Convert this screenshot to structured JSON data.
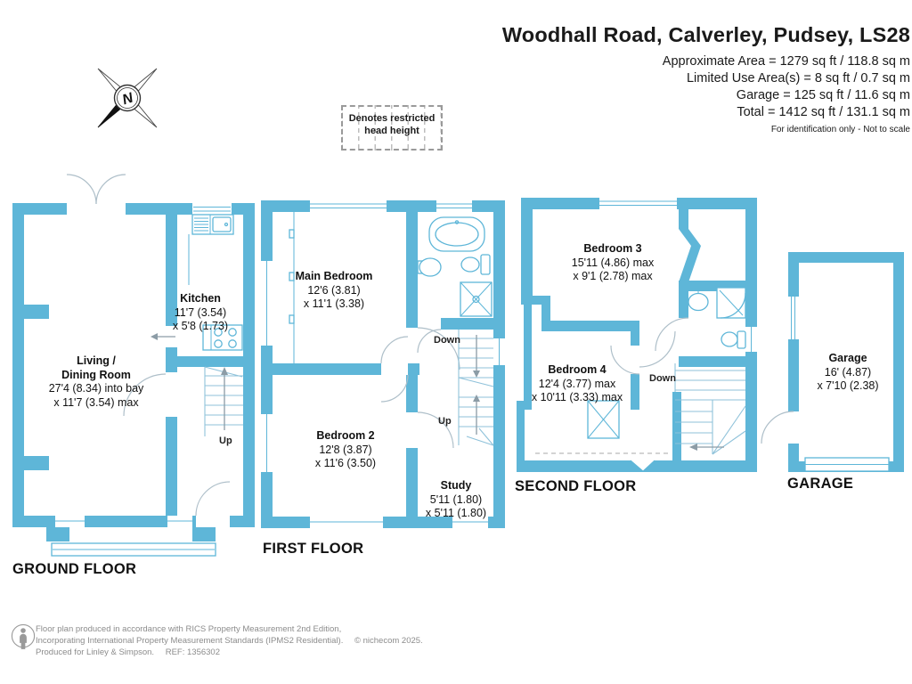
{
  "header": {
    "title": "Woodhall Road, Calverley, Pudsey, LS28",
    "areas": [
      "Approximate Area = 1279 sq ft / 118.8 sq m",
      "Limited Use Area(s) = 8 sq ft / 0.7 sq m",
      "Garage = 125 sq ft / 11.6 sq m",
      "Total = 1412 sq ft / 131.1 sq m"
    ],
    "disclaimer": "For identification only - Not to scale"
  },
  "legend": {
    "restricted_note": "Denotes restricted head height"
  },
  "compass": {
    "north_letter": "N"
  },
  "floors": {
    "ground": {
      "label": "GROUND FLOOR",
      "living": {
        "name1": "Living /",
        "name2": "Dining Room",
        "dim1": "27'4 (8.34) into bay",
        "dim2": "x 11'7 (3.54) max"
      },
      "kitchen": {
        "name": "Kitchen",
        "dim1": "11'7 (3.54)",
        "dim2": "x 5'8 (1.73)"
      },
      "up": "Up"
    },
    "first": {
      "label": "FIRST FLOOR",
      "main_bedroom": {
        "name": "Main Bedroom",
        "dim1": "12'6 (3.81)",
        "dim2": "x 11'1 (3.38)"
      },
      "bedroom2": {
        "name": "Bedroom 2",
        "dim1": "12'8 (3.87)",
        "dim2": "x 11'6 (3.50)"
      },
      "study": {
        "name": "Study",
        "dim1": "5'11 (1.80)",
        "dim2": "x 5'11 (1.80)"
      },
      "down": "Down",
      "up": "Up"
    },
    "second": {
      "label": "SECOND FLOOR",
      "bedroom3": {
        "name": "Bedroom 3",
        "dim1": "15'11 (4.86) max",
        "dim2": "x 9'1 (2.78) max"
      },
      "bedroom4": {
        "name": "Bedroom 4",
        "dim1": "12'4 (3.77) max",
        "dim2": "x 10'11 (3.33) max"
      },
      "down": "Down"
    },
    "garage": {
      "label": "GARAGE",
      "garage_room": {
        "name": "Garage",
        "dim1": "16' (4.87)",
        "dim2": "x 7'10 (2.38)"
      }
    }
  },
  "footer": {
    "line1": "Floor plan produced in accordance with RICS Property Measurement 2nd Edition,",
    "line2": "Incorporating International Property Measurement Standards (IPMS2 Residential).",
    "copyright": "© nichecom 2025.",
    "line3": "Produced for Linley & Simpson.",
    "ref": "REF: 1356302"
  },
  "colors": {
    "wall": "#5EB6D8",
    "fixture_line": "#5EB6D8",
    "door_arc": "#AEBFC9",
    "dashed_line": "#AAAAAA",
    "text": "#1A1A1A",
    "footer_text": "#8C8C8C"
  }
}
